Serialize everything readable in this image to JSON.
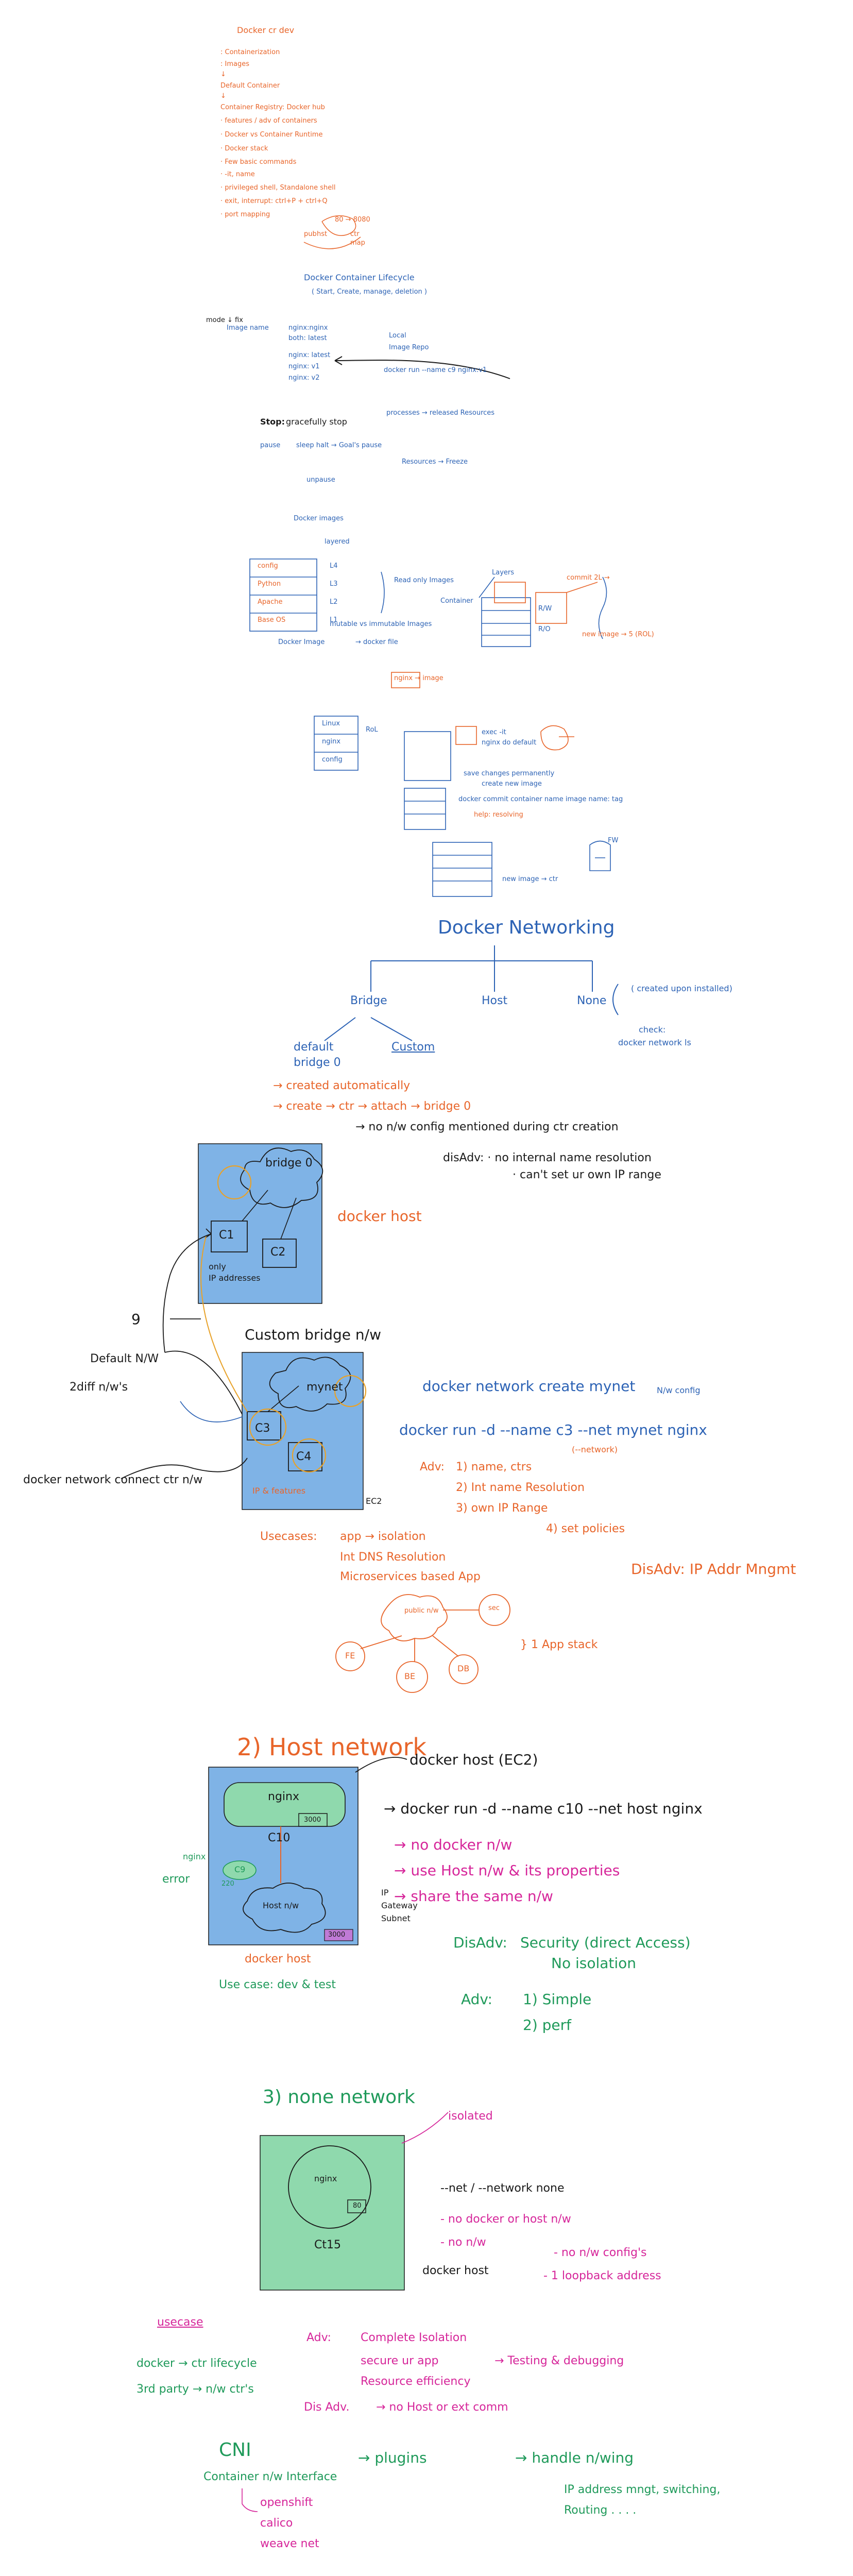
{
  "sec1": {
    "title": "Docker cr dev",
    "lines": [
      ": Containerization",
      ": Images",
      "          ↓",
      "  Default Container",
      "          ↓",
      "Container Registry: Docker hub",
      "  · features / adv of containers",
      "  · Docker vs Container Runtime",
      "  · Docker stack",
      "  · Few basic commands",
      "  · -it, name",
      "  · privileged shell, Standalone shell",
      "  · exit, interrupt: ctrl+P + ctrl+Q",
      "  · port mapping"
    ],
    "mapping": [
      "80 → 8080",
      "pub",
      "hst",
      "ctr",
      "map"
    ]
  },
  "sec2": {
    "title": "Docker Container Lifecycle",
    "subtitle": "( Start, Create, manage, deletion )",
    "mode": "mode ↓ fix",
    "image_name": "Image name",
    "labels": [
      "nginx:nginx",
      "both: latest",
      "nginx: latest",
      "nginx: v1",
      "nginx: v2"
    ],
    "local": "Local",
    "image_repo": "Image Repo",
    "run_cmd": "docker run --name c9 nginx:v1",
    "stop": "Stop:",
    "gracefully": "gracefully stop",
    "pause": "pause",
    "sleep": "sleep halt → Goal's pause",
    "unpause": "unpause",
    "processes": "processes → released Resources",
    "resume": "Resources → Freeze"
  },
  "sec3": {
    "title": "Docker images",
    "layered": "layered",
    "layers": [
      "config",
      "Python",
      "Apache",
      "Base OS"
    ],
    "layer_ids": [
      "L4",
      "L3",
      "L2",
      "L1"
    ],
    "ro_label": "Read only Images",
    "layers2": "Layers",
    "container": "Container",
    "mutable": "mutable vs immutable Images",
    "docker_image": "Docker Image",
    "docker_file": "→ docker file",
    "commit": "commit 2L →",
    "new_image": "new image → 5 (ROL)",
    "rw": "R/W",
    "ro_label2": "R/O"
  },
  "sec4": {
    "nginx": "nginx → image",
    "layers": [
      "Linux",
      "nginx",
      "config"
    ],
    "exec": "exec -it",
    "nginx_default": "nginx do default",
    "save": "save changes permanently",
    "create_image": "create new image",
    "commit": "docker commit container name image name: tag",
    "help": "help: resolving",
    "new_image": "new image → ctr",
    "rol": "RoL",
    "fw": "FW"
  },
  "net": {
    "title": "Docker Networking",
    "bridge": "Bridge",
    "host": "Host",
    "none": "None",
    "none_note": "( created upon installed)",
    "check": "check:",
    "check_cmd": "docker network ls",
    "default": "default",
    "bridge0": "bridge 0",
    "custom": "Custom",
    "created_auto": "→ created automatically",
    "create_ctr": "→ create → ctr → attach → bridge 0",
    "no_nw": "→ no n/w config mentioned during ctr creation",
    "disadv": "disAdv: · no internal name resolution",
    "disadv2": "· can't set ur own IP range",
    "bridge_box": "bridge 0",
    "c1": "C1",
    "c2": "C2",
    "only_ip": "only",
    "ip_addresses": "IP addresses",
    "docker_host": "docker host",
    "custom_bridge": "Custom bridge n/w",
    "default_nw": "Default N/W",
    "twodiff": "2diff n/w's",
    "nine": "9",
    "connect_cmd": "docker network connect ctr n/w",
    "mynet": "mynet",
    "c3": "C3",
    "c4": "C4",
    "ipfeatures": "IP & features",
    "ec2": "EC2",
    "create_cmd": "docker network create mynet",
    "nw_config": "N/w config",
    "run_cmd": "docker run -d --name c3 --net mynet nginx",
    "network_sub": "(--network)",
    "adv": "Adv:",
    "adv1": "1) name, ctrs",
    "adv2": "2) Int name Resolution",
    "adv3": "3) own IP Range",
    "adv4": "4) set policies",
    "usecases": "Usecases:",
    "uc1": "app → isolation",
    "uc2": "Int DNS Resolution",
    "uc3": "Microservices based App",
    "disadv_ip": "DisAdv: IP Addr Mngmt",
    "fe": "FE",
    "be": "BE",
    "db": "DB",
    "pub": "public n/w",
    "one_app": "} 1 App stack",
    "nodes_extra": "sec"
  },
  "host": {
    "title": "2) Host network",
    "docker_host": "docker host (EC2)",
    "nginx": "nginx",
    "c10": "C10",
    "p3000": "3000",
    "p3000b": "3000",
    "host_nw": "Host n/w",
    "ip_gateway": "IP",
    "gateway": "Gateway",
    "subnet": "Subnet",
    "nginx_side": "nginx",
    "error": "error",
    "c9": "C9",
    "p220": "220",
    "cmd": "→  docker run -d --name c10 --net host nginx",
    "p1": "→ no docker n/w",
    "p2": "→ use Host n/w & its properties",
    "p3": "→ share the same n/w",
    "disadv": "DisAdv:",
    "sec1": "Security (direct Access)",
    "sec2": "No isolation",
    "adv": "Adv:",
    "adv1": "1) Simple",
    "adv2": "2) perf",
    "docker_host2": "docker host",
    "usecase": "Use case: dev & test"
  },
  "none": {
    "title": "3) none network",
    "isolated": "isolated",
    "nginx": "nginx",
    "port": "80",
    "c15": "Ct15",
    "n1": "--net / --network none",
    "n2": "- no docker or host n/w",
    "n3": "- no n/w",
    "n3b": "- no n/w config's",
    "docker_host": "docker host",
    "loopback": "- 1 loopback address",
    "usecase": "usecase",
    "uc1": "docker → ctr lifecycle",
    "uc2": "3rd party → n/w ctr's",
    "adv": "Adv:",
    "adv1": "Complete Isolation",
    "adv2": "secure ur app",
    "adv3": "Resource efficiency",
    "testing": "→ Testing & debugging",
    "disadv": "Dis Adv.",
    "disadv1": "→ no Host or ext comm"
  },
  "cni": {
    "title": "CNI",
    "sub": "Container n/w Interface",
    "plugins": "→ plugins",
    "handle": "→ handle n/wing",
    "openshift": "openshift",
    "calico": "calico",
    "weave": "weave net",
    "details": "IP address mngt, switching,",
    "details2": "Routing . . . ."
  },
  "colors": {
    "orange": "#e8652a",
    "blue": "#2d63b5",
    "green": "#1f9a5a",
    "magenta": "#d6269a",
    "box_blue": "#7fb3e6",
    "box_green": "#8fd9ad",
    "cloud_green": "#8fd9ad"
  }
}
